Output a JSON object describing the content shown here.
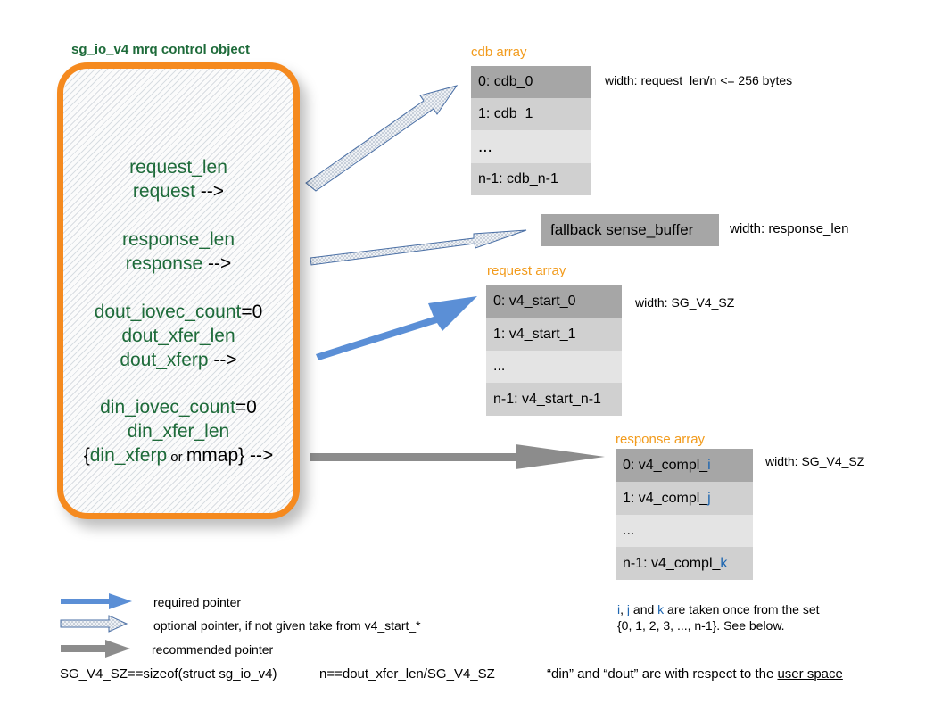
{
  "control": {
    "title": "sg_io_v4 mrq control object",
    "request_len": "request_len",
    "request": "request",
    "request_arrow": " -->",
    "response_len": "response_len",
    "response": "response",
    "response_arrow": " -->",
    "dout_iovec_count": "dout_iovec_count",
    "dout_iovec_count_val": "=0",
    "dout_xfer_len": "dout_xfer_len",
    "dout_xferp": "dout_xferp",
    "dout_arrow": " -->",
    "din_iovec_count": "din_iovec_count",
    "din_iovec_count_val": "=0",
    "din_xfer_len": "din_xfer_len",
    "din_open": "{",
    "din_xferp": "din_xferp",
    "din_or": " or ",
    "din_mmap": "mmap}",
    "din_arrow": " -->"
  },
  "cdb_array": {
    "label": "cdb array",
    "cells": [
      "0: cdb_0",
      "1: cdb_1",
      "...",
      "n-1: cdb_n-1"
    ],
    "width_note": "width: request_len/n <= 256 bytes"
  },
  "fallback": {
    "label": "fallback sense_buffer",
    "width_note": "width: response_len"
  },
  "request_array": {
    "label": "request array",
    "cells": [
      "0: v4_start_0",
      "1: v4_start_1",
      "...",
      "n-1: v4_start_n-1"
    ],
    "width_note": "width: SG_V4_SZ"
  },
  "response_array": {
    "label": "response array",
    "cells": [
      {
        "prefix": "0: v4_compl_",
        "suffix": "i"
      },
      {
        "prefix": "1: v4_compl_",
        "suffix": "j"
      },
      {
        "prefix": "...",
        "suffix": ""
      },
      {
        "prefix": "n-1: v4_compl_",
        "suffix": "k"
      }
    ],
    "width_note": "width: SG_V4_SZ"
  },
  "note": {
    "i": "i",
    "sep1": ", ",
    "j": "j",
    "and": " and ",
    "k": "k",
    "rest": " are taken once from the set",
    "line2": "{0, 1, 2, 3, ..., n-1}. See below."
  },
  "legend": {
    "required": "required pointer",
    "optional": "optional pointer, if not given take from v4_start_*",
    "recommended": "recommended pointer"
  },
  "footer": {
    "sz_def": "SG_V4_SZ==sizeof(struct sg_io_v4)",
    "n_def": "n==dout_xfer_len/SG_V4_SZ",
    "din_dout_prefix": "“din” and “dout” are with respect to the ",
    "user_space": "user space"
  },
  "colors": {
    "required_arrow": "#5b8fd6",
    "optional_arrow": "#dfe5ee",
    "recommended_arrow": "#8c8c8c",
    "box_border": "#f58a1f",
    "field_text": "#1e6b3a",
    "array_label": "#f29b1c",
    "index_blue": "#1e66b0"
  }
}
